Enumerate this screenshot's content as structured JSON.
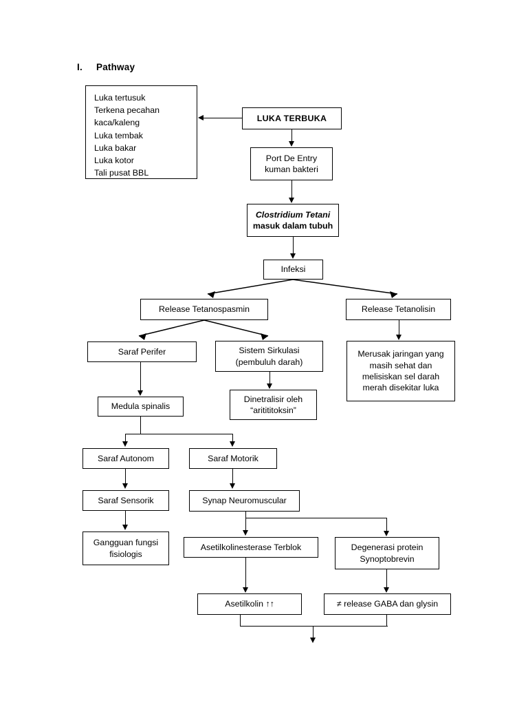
{
  "heading": {
    "number": "I.",
    "title": "Pathway"
  },
  "nodes": {
    "causes": {
      "lines": [
        "Luka tertusuk",
        "Terkena pecahan",
        "kaca/kaleng",
        "Luka tembak",
        "Luka bakar",
        "Luka kotor",
        "Tali pusat BBL"
      ]
    },
    "luka_terbuka": {
      "label": "LUKA TERBUKA"
    },
    "port_de_entry": {
      "line1": "Port De Entry",
      "line2": "kuman bakteri"
    },
    "clostridium": {
      "line1": "Clostridium Tetani",
      "line2": "masuk dalam tubuh"
    },
    "infeksi": {
      "label": "Infeksi"
    },
    "tetanospasmin": {
      "label": "Release Tetanospasmin"
    },
    "tetanolisin": {
      "label": "Release Tetanolisin"
    },
    "saraf_perifer": {
      "label": "Saraf Perifer"
    },
    "sistem_sirkulasi": {
      "line1": "Sistem Sirkulasi",
      "line2": "(pembuluh darah)"
    },
    "merusak_jaringan": {
      "line1": "Merusak jaringan yang",
      "line2": "masih sehat dan",
      "line3": "melisiskan sel darah",
      "line4": "merah disekitar luka"
    },
    "dinetralisir": {
      "line1": "Dinetralisir oleh",
      "line2": "“aritititoksin”"
    },
    "medula_spinalis": {
      "label": "Medula spinalis"
    },
    "saraf_autonom": {
      "label": "Saraf Autonom"
    },
    "saraf_motorik": {
      "label": "Saraf Motorik"
    },
    "saraf_sensorik": {
      "label": "Saraf Sensorik"
    },
    "synap_neuromuscular": {
      "label": "Synap Neuromuscular"
    },
    "gangguan_fungsi": {
      "line1": "Gangguan fungsi",
      "line2": "fisiologis"
    },
    "asetilkolinesterase": {
      "label": "Asetilkolinesterase Terblok"
    },
    "degenerasi": {
      "line1": "Degenerasi protein",
      "line2": "Synoptobrevin"
    },
    "asetilkolin": {
      "label": "Asetilkolin ↑↑"
    },
    "gaba_glysin": {
      "label": "≠ release GABA dan glysin"
    }
  },
  "colors": {
    "stroke": "#000000",
    "background": "#ffffff"
  }
}
